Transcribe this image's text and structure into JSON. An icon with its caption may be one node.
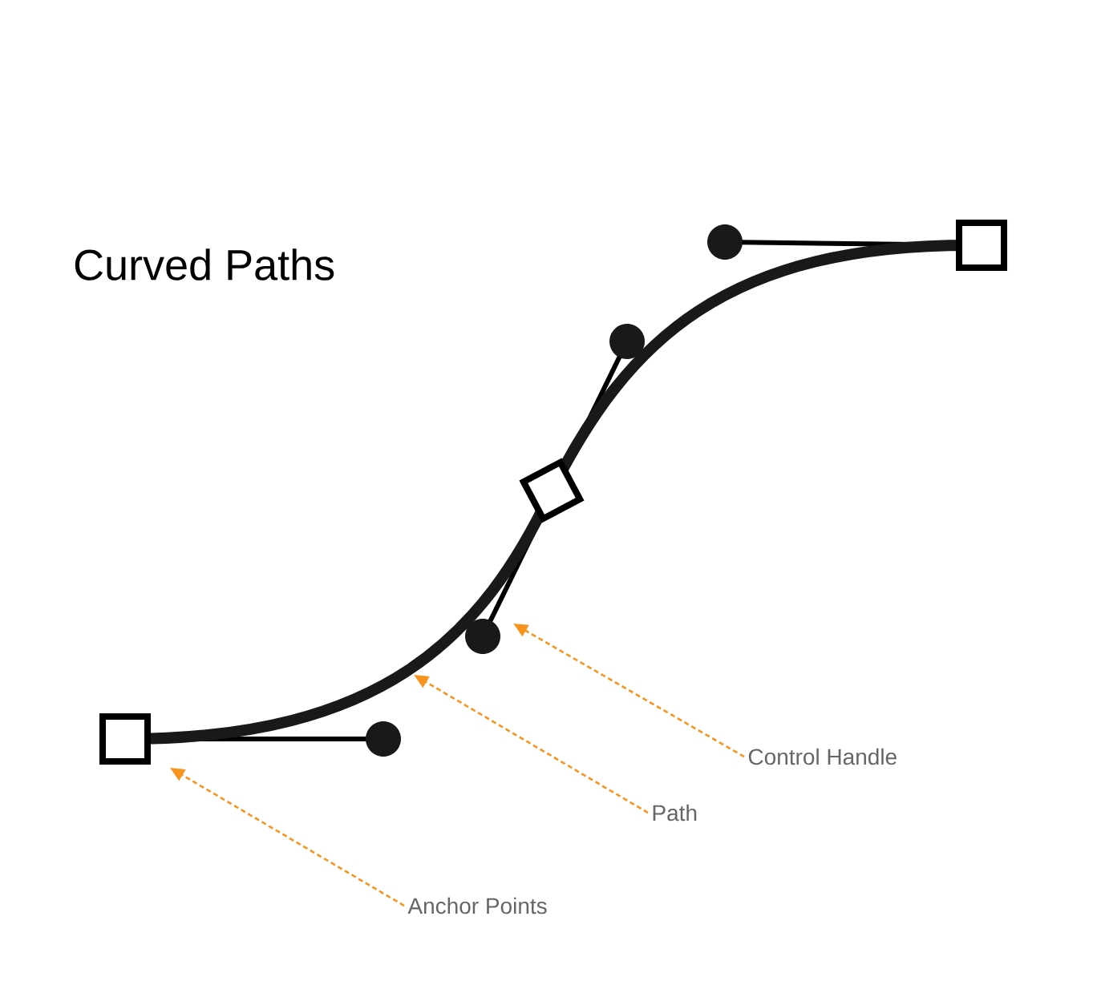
{
  "diagram": {
    "title": "Curved Paths",
    "nodes": [
      {
        "text": [
          "Control Handle"
        ]
      },
      {
        "text": [
          "Path"
        ]
      },
      {
        "text": [
          "Anchor Points"
        ]
      }
    ],
    "edges": [
      {
        "from": 0,
        "to": null,
        "arrow": "to",
        "style": "dashed",
        "color": "#f7941d"
      },
      {
        "from": 1,
        "to": null,
        "arrow": "to",
        "style": "dashed",
        "color": "#f7941d"
      },
      {
        "from": 2,
        "to": null,
        "arrow": "to",
        "style": "dashed",
        "color": "#f7941d"
      }
    ]
  }
}
